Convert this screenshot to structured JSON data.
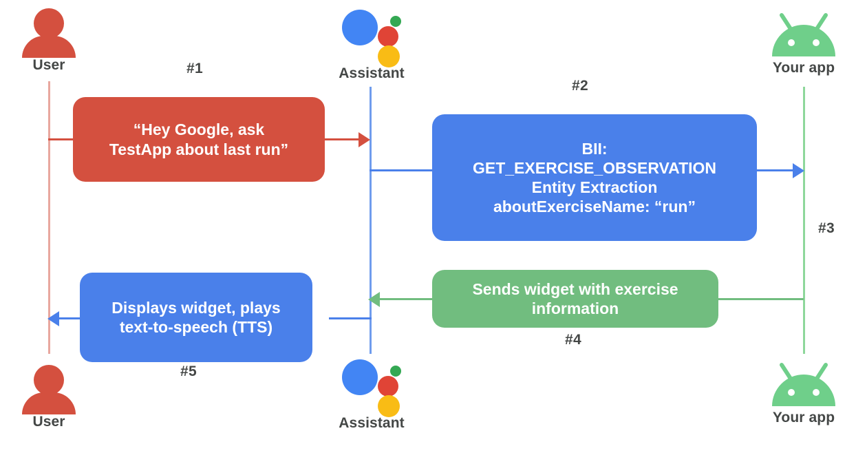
{
  "diagram": {
    "title": "Google Assistant App Actions sequence diagram",
    "colors": {
      "user": "#d4503f",
      "assistant": "#4a80ea",
      "app": "#71bd7f",
      "label_text": "#444746",
      "background": "#ffffff"
    }
  },
  "actors": {
    "top": [
      {
        "id": "user",
        "label": "User",
        "icon": "person-icon"
      },
      {
        "id": "assistant",
        "label": "Assistant",
        "icon": "google-assistant-icon"
      },
      {
        "id": "app",
        "label": "Your app",
        "icon": "android-robot-icon"
      }
    ],
    "bottom": [
      {
        "id": "user",
        "label": "User",
        "icon": "person-icon"
      },
      {
        "id": "assistant",
        "label": "Assistant",
        "icon": "google-assistant-icon"
      },
      {
        "id": "app",
        "label": "Your app",
        "icon": "android-robot-icon"
      }
    ]
  },
  "messages": [
    {
      "step": "#1",
      "from": "user",
      "to": "assistant",
      "color": "#d4503f",
      "text": "“Hey Google, ask\nTestApp about last run”"
    },
    {
      "step": "#2",
      "from": "assistant",
      "to": "app",
      "color": "#4a80ea",
      "text": "BII:\nGET_EXERCISE_OBSERVATION\nEntity Extraction\naboutExerciseName: “run”"
    },
    {
      "step": "#3",
      "from": "assistant",
      "to": "app",
      "color": "#4a80ea",
      "text": ""
    },
    {
      "step": "#4",
      "from": "app",
      "to": "assistant",
      "color": "#71bd7f",
      "text": "Sends widget with exercise\ninformation"
    },
    {
      "step": "#5",
      "from": "assistant",
      "to": "user",
      "color": "#4a80ea",
      "text": "Displays widget, plays\ntext-to-speech (TTS)"
    }
  ]
}
